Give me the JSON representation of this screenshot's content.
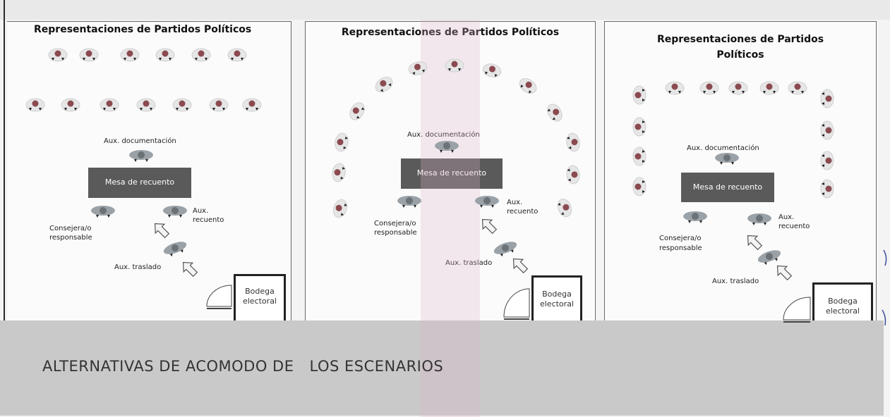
{
  "panels": [
    {
      "title": "Representaciones de Partidos Políticos",
      "aux_documentacion": "Aux. documentación",
      "mesa": "Mesa  de recuento",
      "consejera": "Consejera/o",
      "responsable": "responsable",
      "aux_recuento_1": "Aux.",
      "aux_recuento_2": "recuento",
      "aux_traslado": "Aux. traslado",
      "bodega_1": "Bodega",
      "bodega_2": "electoral"
    },
    {
      "title": "Representaciones de Partidos Políticos",
      "aux_documentacion": "Aux. documentación",
      "mesa": "Mesa  de recuento",
      "consejera": "Consejera/o",
      "responsable": "responsable",
      "aux_recuento_1": "Aux.",
      "aux_recuento_2": "recuento",
      "aux_traslado": "Aux. traslado",
      "bodega_1": "Bodega",
      "bodega_2": "electoral"
    },
    {
      "title_line1": "Representaciones de Partidos",
      "title_line2": "Políticos",
      "aux_documentacion": "Aux. documentación",
      "mesa": "Mesa  de recuento",
      "consejera": "Consejera/o",
      "responsable": "responsable",
      "aux_recuento_1": "Aux.",
      "aux_recuento_2": "recuento",
      "aux_traslado": "Aux. traslado",
      "bodega_1": "Bodega",
      "bodega_2": "electoral"
    }
  ],
  "footer": {
    "title_part1": "ALTERNATIVAS DE ACOMODO DE",
    "title_part2": "LOS ESCENARIOS"
  }
}
